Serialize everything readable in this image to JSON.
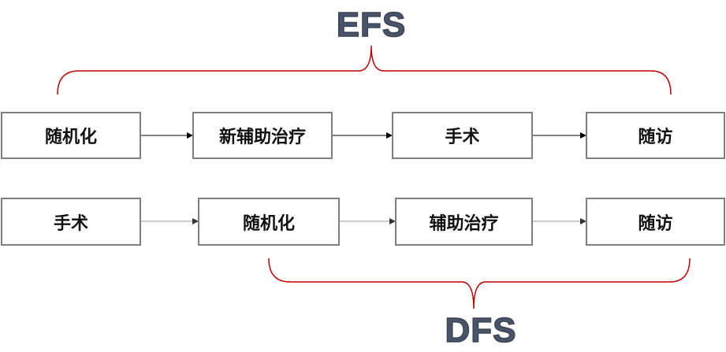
{
  "efs_label": "EFS",
  "dfs_label": "DFS",
  "row1": [
    "随机化",
    "新辅助治疗",
    "手术",
    "随访"
  ],
  "row2": [
    "手术",
    "随机化",
    "辅助治疗",
    "随访"
  ],
  "colors": {
    "bracket": "#c00000",
    "box_border": "#7f7f7f",
    "arrow_row1": "#000000",
    "arrow_row2": "#7f7f7f",
    "label": "#4a5468"
  }
}
